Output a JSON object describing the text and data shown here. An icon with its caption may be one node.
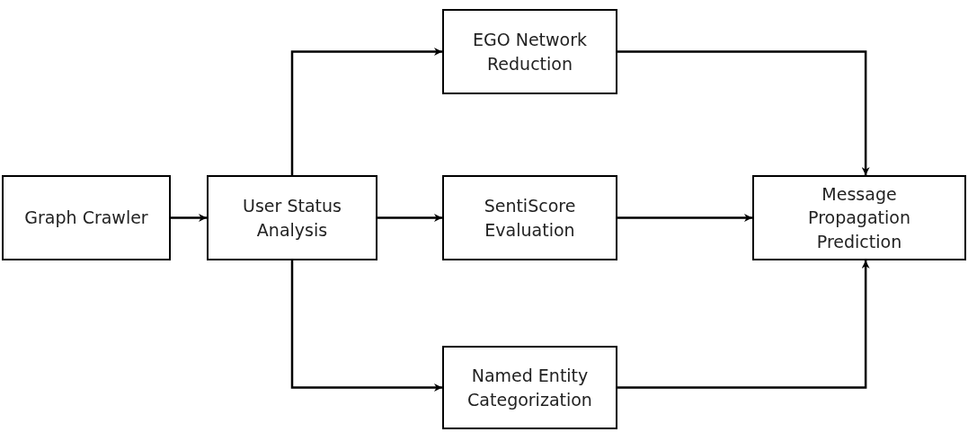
{
  "diagram": {
    "nodes": [
      {
        "text": [
          "Graph Crawler"
        ]
      },
      {
        "text": [
          "User Status Analysis"
        ]
      },
      {
        "text": [
          "EGO Network Reduction"
        ]
      },
      {
        "text": [
          "SentiScore Evaluation"
        ]
      },
      {
        "text": [
          "Named Entity Categorization"
        ]
      },
      {
        "text": [
          "Message Propagation Prediction"
        ]
      }
    ],
    "edges": [
      {
        "from": 0,
        "to": 1,
        "arrow": "to"
      },
      {
        "from": 1,
        "to": 2,
        "arrow": "to"
      },
      {
        "from": 1,
        "to": 3,
        "arrow": "to"
      },
      {
        "from": 1,
        "to": 4,
        "arrow": "to"
      },
      {
        "from": 2,
        "to": 5,
        "arrow": "to"
      },
      {
        "from": 3,
        "to": 5,
        "arrow": "to"
      },
      {
        "from": 4,
        "to": 5,
        "arrow": "to"
      }
    ]
  }
}
